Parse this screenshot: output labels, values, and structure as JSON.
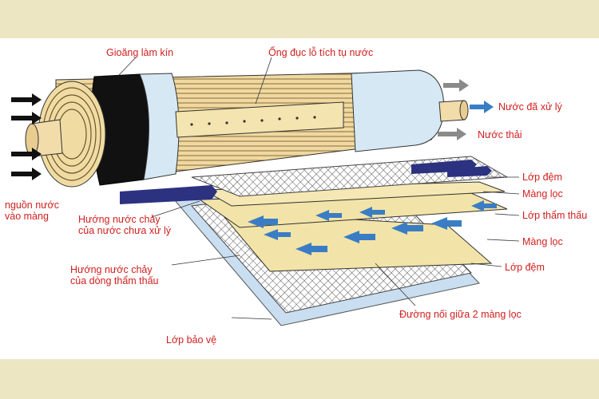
{
  "colors": {
    "band": "#ede6c3",
    "label_text": "#d0201e",
    "arrow_blue": "#3b7dc4",
    "arrow_gray": "#8a8a8a",
    "arrow_navy": "#2c3280",
    "membrane": "#f2e3a8",
    "protect_layer": "#c9def0"
  },
  "labels": {
    "seal": "Gioăng làm kín",
    "tube": "Ống đục lỗ tích tụ nước",
    "treated": "Nước đã xử lý",
    "waste": "Nước thải",
    "spacer_top": "Lớp đệm",
    "membrane_top": "Màng lọc",
    "permeate_layer": "Lớp thẩm thấu",
    "membrane_bottom": "Màng lọc",
    "spacer_bottom": "Lớp đệm",
    "seam": "Đường nối giữa 2 màng lọc",
    "protect": "Lớp bảo vệ",
    "source_line1": "nguồn nước",
    "source_line2": "vào màng",
    "feed_line1": "Hướng nước chảy",
    "feed_line2": "của nước chưa xử lý",
    "perm_line1": "Hướng nước chảy",
    "perm_line2": "của dòng thẩm thấu"
  }
}
